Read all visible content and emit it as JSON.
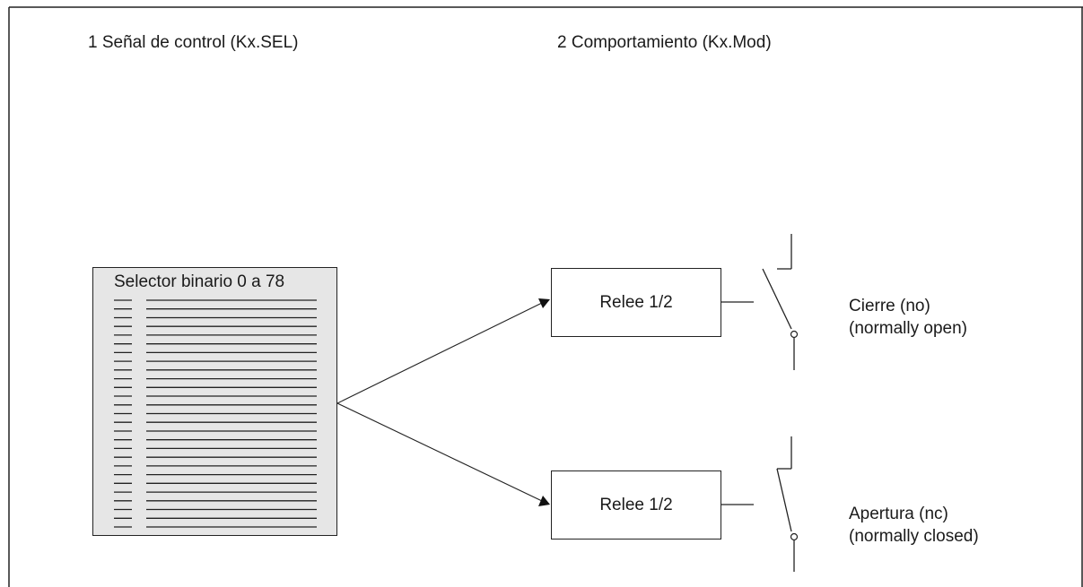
{
  "header": {
    "control_signal": "1  Señal de control (Kx.SEL)",
    "behavior": "2  Comportamiento (Kx.Mod)"
  },
  "selector": {
    "title": "Selector binario 0 a 78",
    "line_count": 27
  },
  "relays": [
    {
      "label": "Relee 1/2",
      "contact": "Cierre (no)",
      "contact_note": "(normally open)"
    },
    {
      "label": "Relee 1/2",
      "contact": "Apertura (nc)",
      "contact_note": "(normally closed)"
    }
  ]
}
